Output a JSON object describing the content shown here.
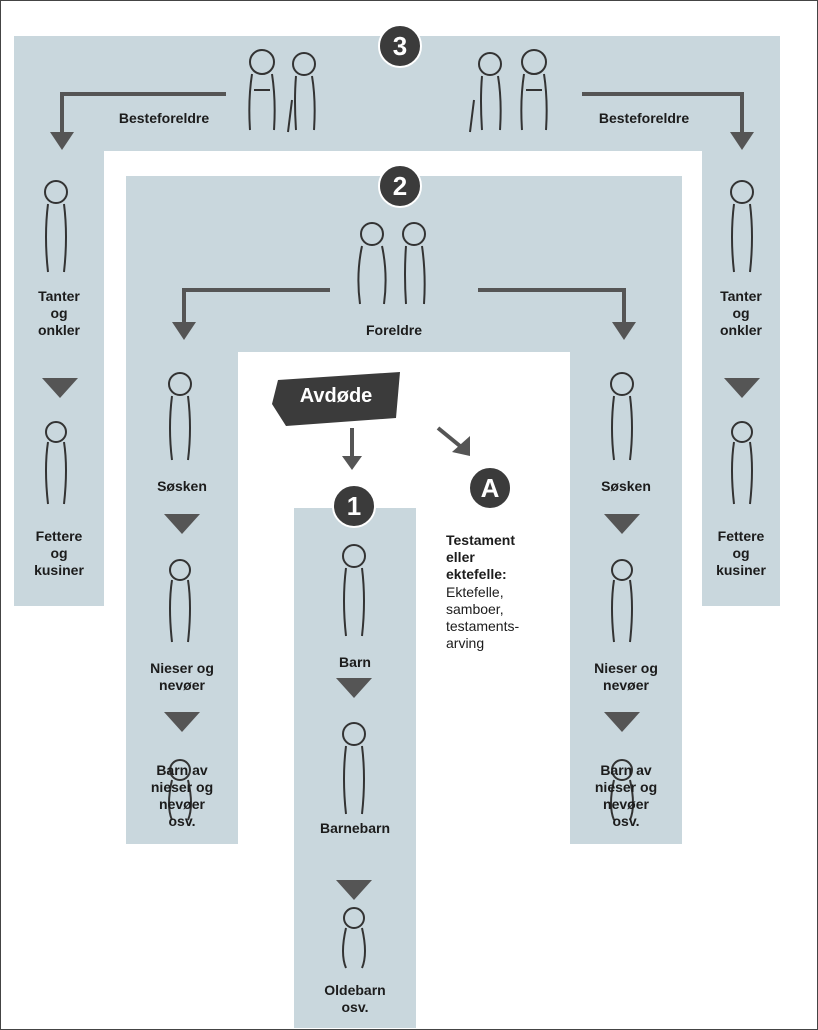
{
  "generations": {
    "g1_badge": "1",
    "g2_badge": "2",
    "g3_badge": "3",
    "a_badge": "A"
  },
  "labels": {
    "grandparents_left": "Besteforeldre",
    "grandparents_right": "Besteforeldre",
    "aunts_left": "Tanter\nog\nonkler",
    "aunts_right": "Tanter\nog\nonkler",
    "cousins_left": "Fettere\nog\nkusiner",
    "cousins_right": "Fettere\nog\nkusiner",
    "parents": "Foreldre",
    "siblings_left": "Søsken",
    "siblings_right": "Søsken",
    "nieces_left": "Nieser og\nnevøer",
    "nieces_right": "Nieser og\nnevøer",
    "grandnieces_left": "Barn av\nnieser og\nnevøer\nosv.",
    "grandnieces_right": "Barn av\nnieser og\nnevøer\nosv.",
    "children": "Barn",
    "grandchildren": "Barnebarn",
    "greatgrandchildren": "Oldebarn\nosv.",
    "deceased": "Avdøde"
  },
  "testament": {
    "heading": "Testament\neller\nektefelle:",
    "body": "Ektefelle,\nsamboer,\ntestaments-\narving"
  },
  "colors": {
    "band": "#c9d7dd",
    "arrow": "#555555",
    "badge": "#3b3b3b"
  }
}
